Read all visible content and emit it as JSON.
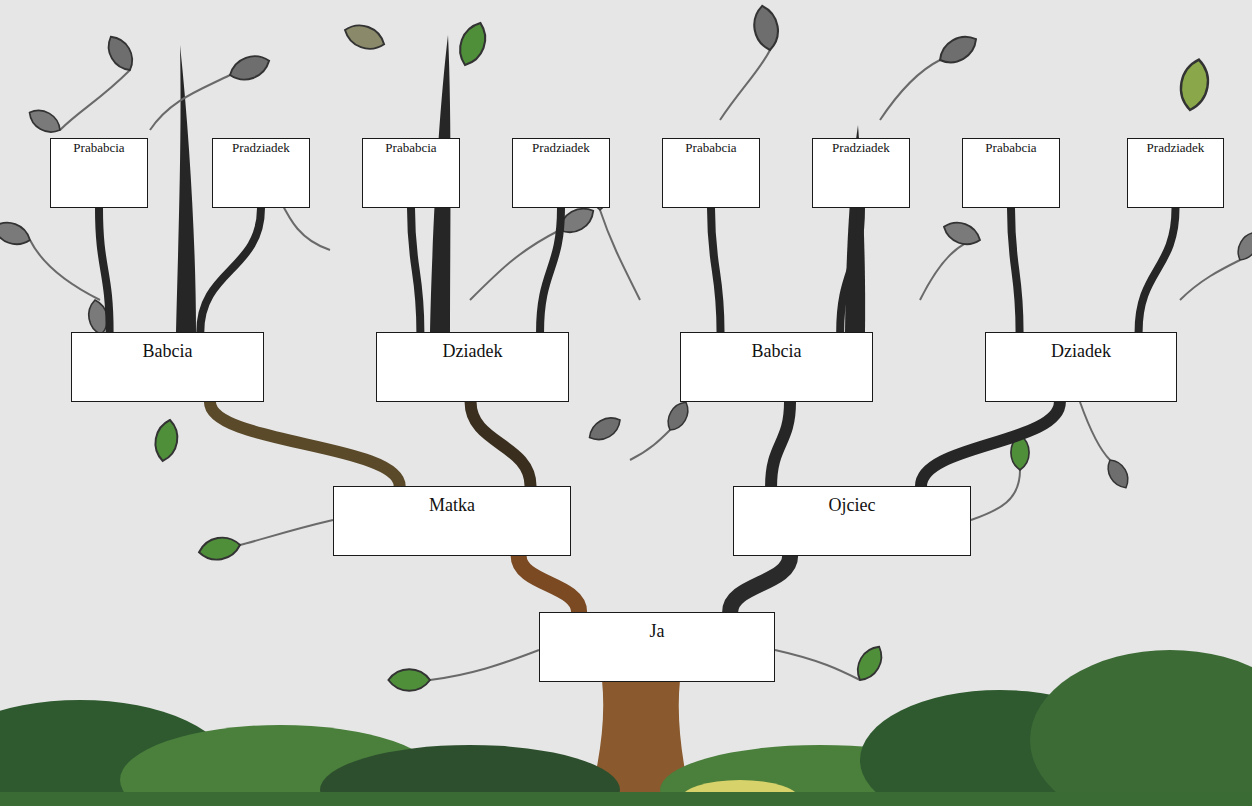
{
  "diagram": {
    "nodes": [
      {
        "text": [
          "Prababcia"
        ]
      },
      {
        "text": [
          "Pradziadek"
        ]
      },
      {
        "text": [
          "Prababcia"
        ]
      },
      {
        "text": [
          "Pradziadek"
        ]
      },
      {
        "text": [
          "Prababcia"
        ]
      },
      {
        "text": [
          "Pradziadek"
        ]
      },
      {
        "text": [
          "Prababcia"
        ]
      },
      {
        "text": [
          "Pradziadek"
        ]
      },
      {
        "text": [
          "Babcia"
        ]
      },
      {
        "text": [
          "Dziadek"
        ]
      },
      {
        "text": [
          "Babcia"
        ]
      },
      {
        "text": [
          "Dziadek"
        ]
      },
      {
        "text": [
          "Matka"
        ]
      },
      {
        "text": [
          "Ojciec"
        ]
      },
      {
        "text": [
          "Ja"
        ]
      }
    ],
    "edges": [
      {
        "from": 14,
        "to": 12,
        "arrow": "none"
      },
      {
        "from": 14,
        "to": 13,
        "arrow": "none"
      },
      {
        "from": 12,
        "to": 8,
        "arrow": "none"
      },
      {
        "from": 12,
        "to": 9,
        "arrow": "none"
      },
      {
        "from": 13,
        "to": 10,
        "arrow": "none"
      },
      {
        "from": 13,
        "to": 11,
        "arrow": "none"
      },
      {
        "from": 8,
        "to": 0,
        "arrow": "none"
      },
      {
        "from": 8,
        "to": 1,
        "arrow": "none"
      },
      {
        "from": 9,
        "to": 2,
        "arrow": "none"
      },
      {
        "from": 9,
        "to": 3,
        "arrow": "none"
      },
      {
        "from": 10,
        "to": 4,
        "arrow": "none"
      },
      {
        "from": 10,
        "to": 5,
        "arrow": "none"
      },
      {
        "from": 11,
        "to": 6,
        "arrow": "none"
      },
      {
        "from": 11,
        "to": 7,
        "arrow": "none"
      }
    ]
  }
}
